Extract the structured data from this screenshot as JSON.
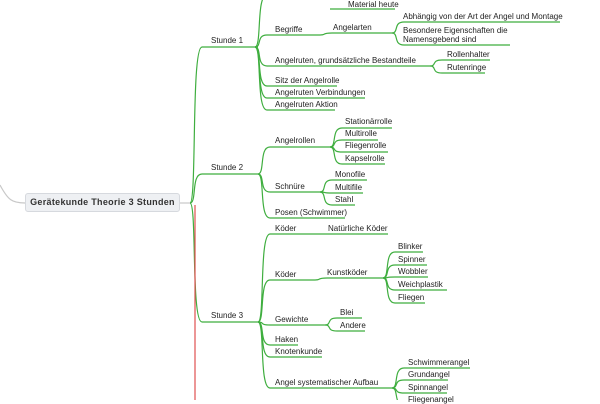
{
  "root": "Gerätekunde Theorie 3 Stunden",
  "colors": {
    "branch": "#3fae3f",
    "accent_line": "#e05050",
    "root_line": "#c8c8c8"
  },
  "stunde1": {
    "label": "Stunde 1",
    "material": "Material heute",
    "begriffe": "Begriffe",
    "angelarten": "Angelarten",
    "angelarten_items": [
      "Abhängig von der Art der Angel und Montage",
      "Besondere Eigenschaften die",
      "Namensgebend sind"
    ],
    "angelruten": "Angelruten, grundsätzliche Bestandteile",
    "angelruten_items": [
      "Rollenhalter",
      "Rutenringe"
    ],
    "sitz": "Sitz der Angelrolle",
    "verbindungen": "Angelruten  Verbindungen",
    "aktion": "Angelruten Aktion"
  },
  "stunde2": {
    "label": "Stunde 2",
    "angelrollen": "Angelrollen",
    "angelrollen_items": [
      "Stationärrolle",
      "Multirolle",
      "Fliegenrolle",
      "Kapselrolle"
    ],
    "schnuere": "Schnüre",
    "schnuere_items": [
      "Monofile",
      "Multifile",
      "Stahl"
    ],
    "posen": "Posen (Schwimmer)"
  },
  "stunde3": {
    "label": "Stunde 3",
    "koeder1": "Köder",
    "natuerlich": "Natürliche Köder",
    "koeder2": "Köder",
    "kunstkoeder": "Kunstköder",
    "kunst_items": [
      "Blinker",
      "Spinner",
      "Wobbler",
      "Weichplastik",
      "Fliegen"
    ],
    "gewichte": "Gewichte",
    "gewichte_items": [
      "Blei",
      "Andere"
    ],
    "haken": "Haken",
    "knoten": "Knotenkunde",
    "aufbau": "Angel systematischer Aufbau",
    "aufbau_items": [
      "Schwimmerangel",
      "Grundangel",
      "Spinnangel",
      "Fliegenangel"
    ]
  }
}
